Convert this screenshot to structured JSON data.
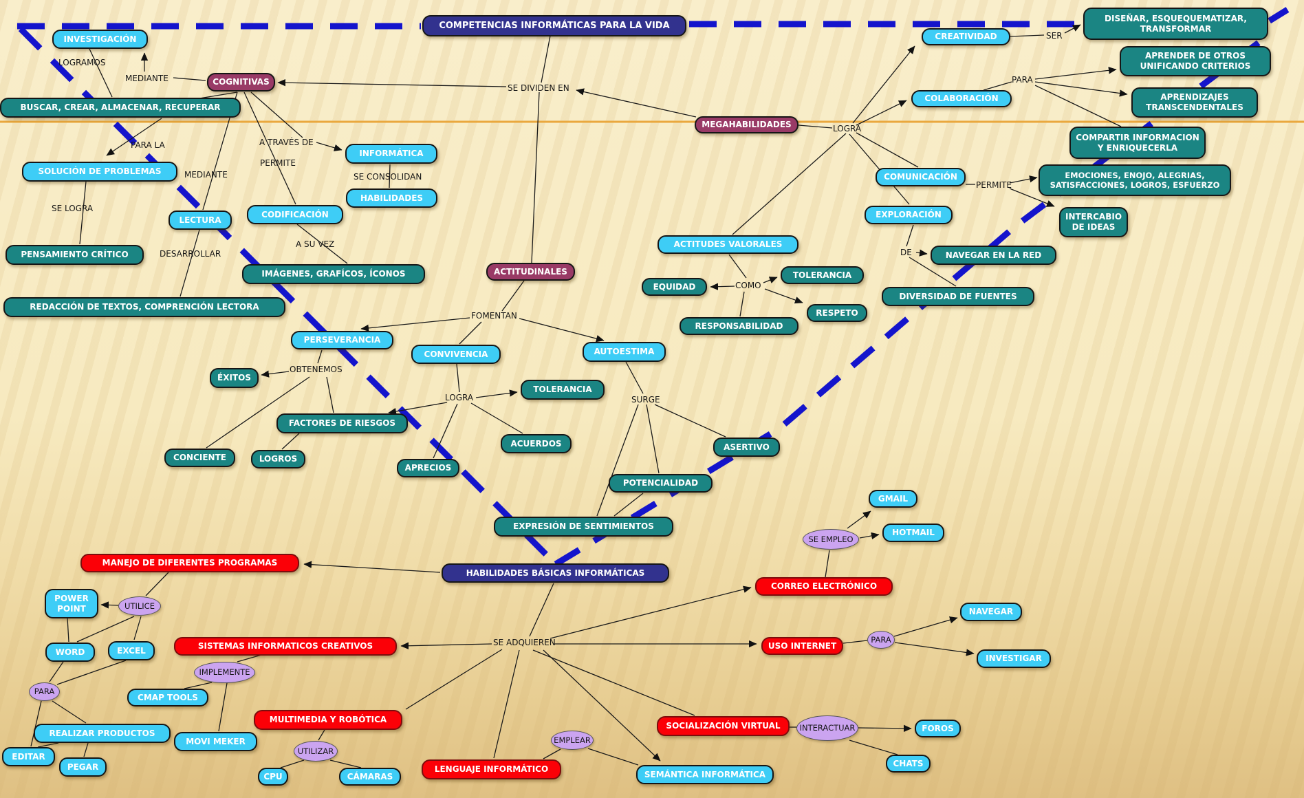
{
  "map": {
    "nodes": {
      "title": "COMPETENCIAS INFORMÁTICAS PARA LA VIDA",
      "investigacion": "INVESTIGACIÓN",
      "cognitivas": "COGNITIVAS",
      "buscar": "BUSCAR, CREAR, ALMACENAR, RECUPERAR",
      "solucion": "SOLUCIÓN DE PROBLEMAS",
      "pensamiento": "PENSAMIENTO CRÍTICO",
      "redaccion": "REDACCIÓN DE TEXTOS, COMPRENCIÓN LECTORA",
      "lectura": "LECTURA",
      "codificacion": "CODIFICACIÓN",
      "informatica": "INFORMÁTICA",
      "habilidades": "HABILIDADES",
      "imagenes": "IMÁGENES, GRAFÍCOS, ÍCONOS",
      "actitudinales": "ACTITUDINALES",
      "perseverancia": "PERSEVERANCIA",
      "convivencia": "CONVIVENCIA",
      "autoestima": "AUTOESTIMA",
      "exitos": "ÉXITOS",
      "tolerancia_mid": "TOLERANCIA",
      "factores": "FACTORES DE RIESGOS",
      "acuerdos": "ACUERDOS",
      "conciente": "CONCIENTE",
      "logros": "LOGROS",
      "aprecios": "APRECIOS",
      "potencialidad": "POTENCIALIDAD",
      "asertivo": "ASERTIVO",
      "expresion": "EXPRESIÓN DE SENTIMIENTOS",
      "habilidades_basicas": "HABILIDADES BÁSICAS INFORMÁTICAS",
      "gmail": "GMAIL",
      "hotmail": "HOTMAIL",
      "correo": "CORREO ELECTRÓNICO",
      "manejo": "MANEJO DE DIFERENTES PROGRAMAS",
      "powerpoint": "POWER POINT",
      "word": "WORD",
      "excel": "EXCEL",
      "sistemas": "SISTEMAS INFORMATICOS CREATIVOS",
      "cmaptools": "CMAP TOOLS",
      "realizar": "REALIZAR PRODUCTOS",
      "editar": "EDITAR",
      "pegar": "PEGAR",
      "movimeker": "MOVI MEKER",
      "multimedia": "MULTIMEDIA Y ROBÓTICA",
      "cpu": "CPU",
      "camaras": "CÁMARAS",
      "lenguaje": "LENGUAJE INFORMÁTICO",
      "semantica": "SEMÁNTICA INFORMÁTICA",
      "uso_internet": "USO INTERNET",
      "navegar": "NAVEGAR",
      "investigar": "INVESTIGAR",
      "socializacion": "SOCIALIZACIÓN VIRTUAL",
      "foros": "FOROS",
      "chats": "CHATS",
      "creatividad": "CREATIVIDAD",
      "disenar": "DISEÑAR, ESQUEQUEMATIZAR, TRANSFORMAR",
      "colaboracion": "COLABORACIÓN",
      "aprender": "APRENDER DE OTROS UNIFICANDO CRITERIOS",
      "aprendizajes": "APRENDIZAJES TRANSCENDENTALES",
      "megahabilidades": "MEGAHABILIDADES",
      "compartir": "COMPARTIR INFORMACION Y ENRIQUECERLA",
      "comunicacion": "COMUNICACIÓN",
      "emociones": "EMOCIONES, ENOJO, ALEGRIAS, SATISFACCIONES, LOGROS, ESFUERZO",
      "intercabio": "INTERCABIO DE IDEAS",
      "exploracion": "EXPLORACIÓN",
      "navegar_red": "NAVEGAR EN LA RED",
      "diversidad": "DIVERSIDAD DE FUENTES",
      "actitudes": "ACTITUDES VALORALES",
      "equidad": "EQUIDAD",
      "tolerancia_right": "TOLERANCIA",
      "respeto": "RESPETO",
      "responsabilidad": "RESPONSABILIDAD",
      "se_empleo": "SE EMPLEO",
      "utilice": "UTILICE",
      "para_left": "PARA",
      "implemente": "IMPLEMENTE",
      "utilizar": "UTILIZAR",
      "emplear": "EMPLEAR",
      "interactuar": "INTERACTUAR",
      "para_right": "PARA"
    },
    "links": {
      "logramos": "LOGRAMOS",
      "mediante1": "MEDIANTE",
      "se_dividen": "SE DIVIDEN EN",
      "para_la": "PARA LA",
      "a_traves": "A TRAVÉS DE",
      "permite_left": "PERMITE",
      "se_consolidan": "SE CONSOLIDAN",
      "mediante2": "MEDIANTE",
      "se_logra": "SE LOGRA",
      "desarrollar": "DESARROLLAR",
      "a_su_vez": "A SU VEZ",
      "fomentan": "FOMENTAN",
      "obtenemos": "OBTENEMOS",
      "logra_mid": "LOGRA",
      "surge": "SURGE",
      "se_adquieren": "SE ADQUIEREN",
      "ser": "SER",
      "para_topright": "PARA",
      "logra_topright": "LOGRA",
      "permite_right": "PERMITE",
      "como": "COMO",
      "de": "DE"
    },
    "colors": {
      "navy": "#32328e",
      "teal": "#1b8583",
      "cyan": "#3ecdf6",
      "maroon": "#993a66",
      "red": "#fb0007",
      "lavender": "#cba4f0",
      "dash_blue": "#1414cc",
      "divider_orange": "#eaa83e",
      "background": "#f7eac0"
    }
  }
}
